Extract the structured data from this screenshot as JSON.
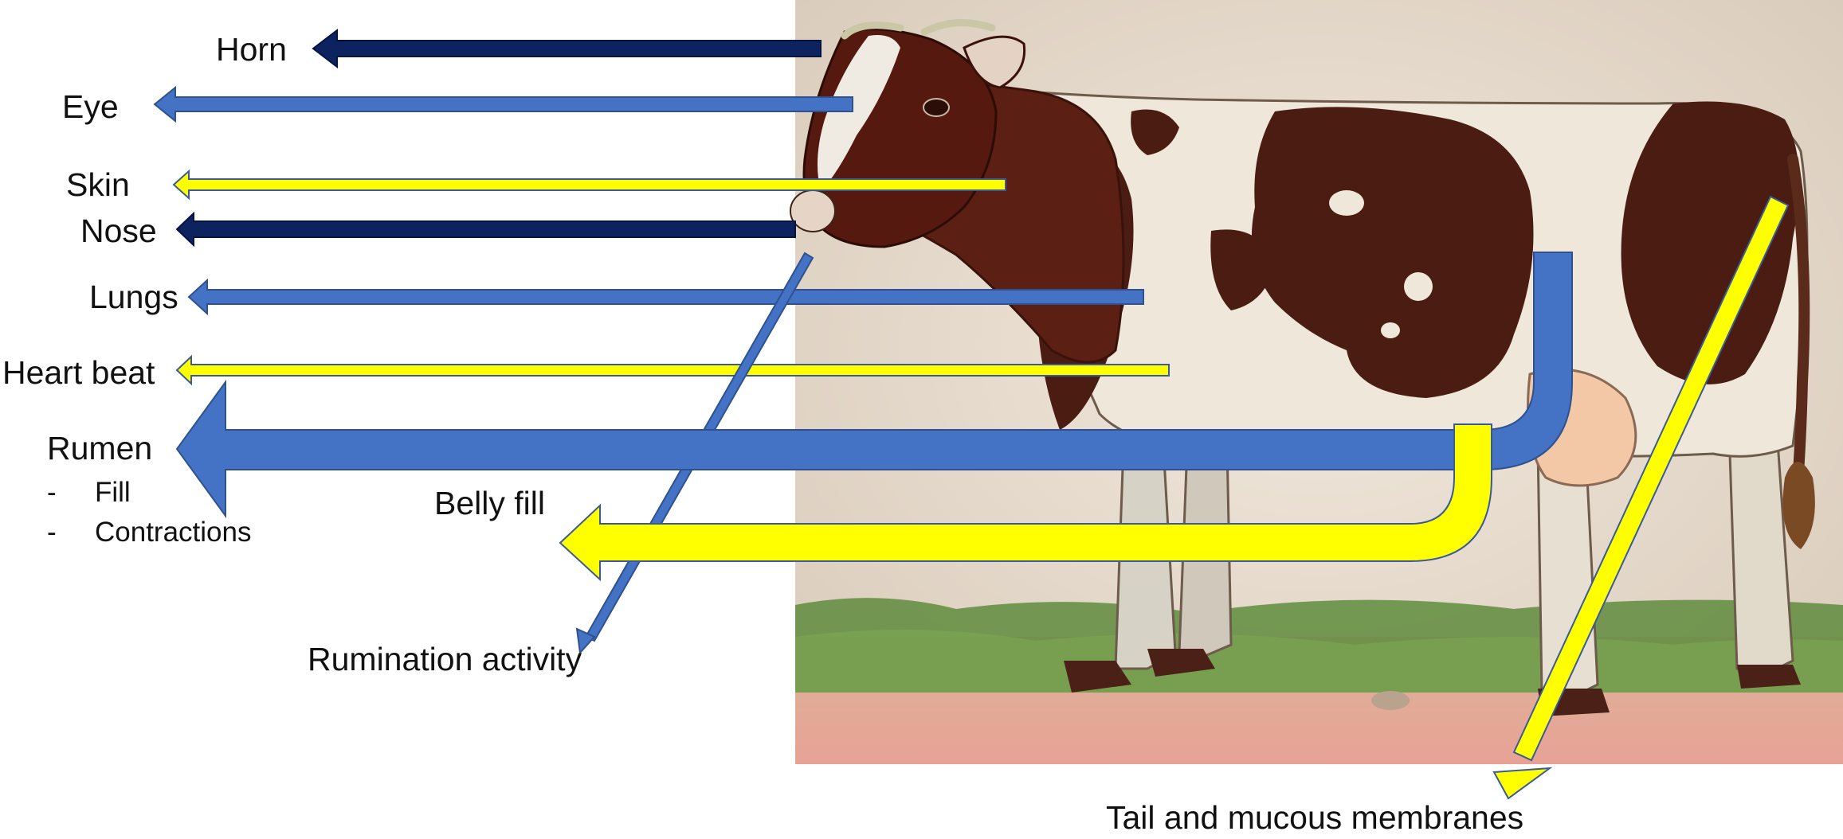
{
  "labels": {
    "horn": "Horn",
    "eye": "Eye",
    "skin": "Skin",
    "nose": "Nose",
    "lungs": "Lungs",
    "heart_beat": "Heart beat",
    "rumen": "Rumen",
    "rumen_items": [
      {
        "bullet": "-",
        "text": "Fill"
      },
      {
        "bullet": "-",
        "text": "Contractions"
      }
    ],
    "belly_fill": "Belly fill",
    "rumination": "Rumination activity",
    "tail": "Tail and mucous membranes"
  },
  "colors": {
    "navy_arrow": "#0d2360",
    "blue_arrow": "#4472c4",
    "yellow_arrow": "#ffff00",
    "yellow_outline": "#3a5a9a",
    "cow_brown": "#4a1c12",
    "cow_white": "#efe9dc",
    "backdrop": "#e8ddd0",
    "grass": "#5c8a3a",
    "ground": "#e3a08f"
  },
  "image": {
    "subject": "cow-illustration"
  }
}
